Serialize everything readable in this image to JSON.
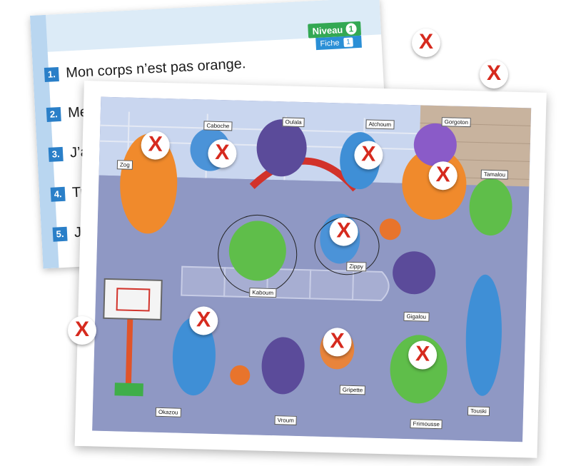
{
  "back_card": {
    "level_label": "Niveau",
    "level_number": "1",
    "sheet_label": "Fiche",
    "sheet_number": "1",
    "sentences": [
      {
        "number": "1.",
        "text": "Mon corps n’est pas orange."
      },
      {
        "number": "2.",
        "text": "Mes"
      },
      {
        "number": "3.",
        "text": "J’ai"
      },
      {
        "number": "4.",
        "text": "Tu"
      },
      {
        "number": "5.",
        "text": "Je"
      }
    ]
  },
  "monsters": [
    {
      "name": "Zog"
    },
    {
      "name": "Caboche"
    },
    {
      "name": "Oulala"
    },
    {
      "name": "Atchoum"
    },
    {
      "name": "Gorgoton"
    },
    {
      "name": "Tamalou"
    },
    {
      "name": "Zippy"
    },
    {
      "name": "Kaboum"
    },
    {
      "name": "Gigalou"
    },
    {
      "name": "Okazou"
    },
    {
      "name": "Vroum"
    },
    {
      "name": "Gripette"
    },
    {
      "name": "Frimousse"
    },
    {
      "name": "Touski"
    }
  ],
  "marker_symbol": "X",
  "colors": {
    "marker_x": "#d62a1e",
    "ground": "#8f98c4",
    "sky": "#c9d6ef",
    "brick_wall": "#c8b39e",
    "level_green": "#33a853",
    "sheet_blue": "#2a8fd6",
    "number_blue": "#2a7fc8"
  }
}
